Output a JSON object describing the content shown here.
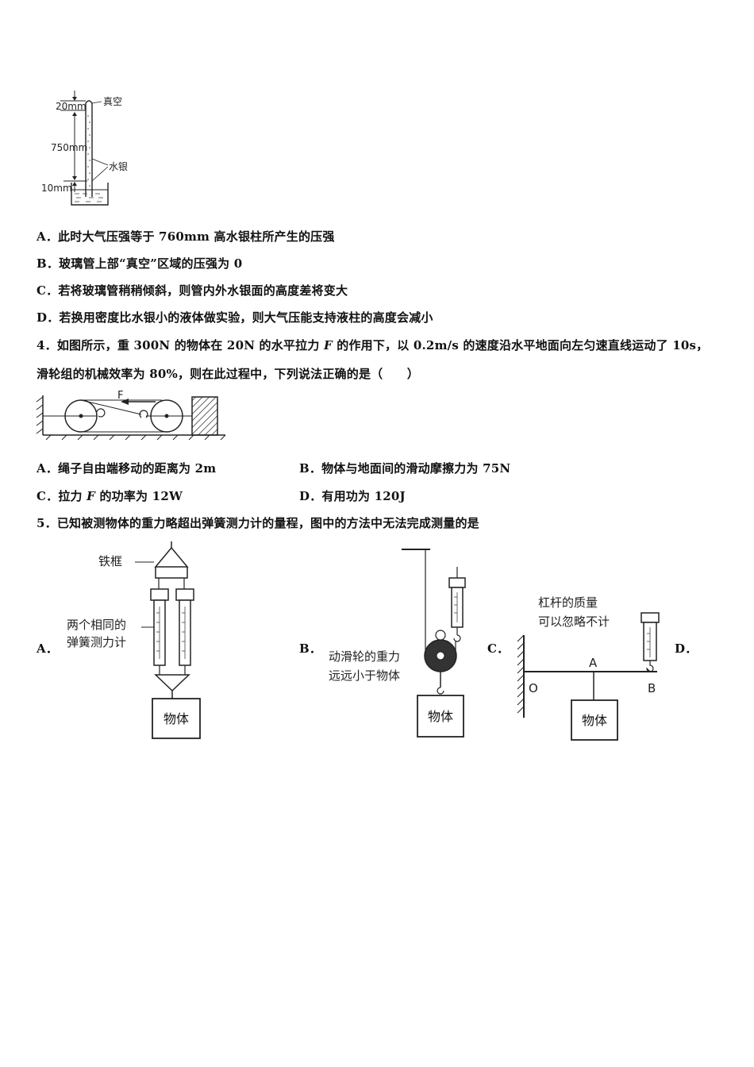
{
  "q3": {
    "figure": {
      "top_gap_label": "20mm",
      "column_label": "750mm",
      "bottom_label": "10mm",
      "vacuum_label": "真空",
      "mercury_label": "水银"
    },
    "options": [
      "A．此时大气压强等于 760mm 高水银柱所产生的压强",
      "B．玻璃管上部“真空”区域的压强为 0",
      "C．若将玻璃管稍稍倾斜，则管内外水银面的高度差将变大",
      "D．若换用密度比水银小的液体做实验，则大气压能支持液柱的高度会减小"
    ]
  },
  "q4": {
    "stem_line1_a": "4．如图所示，重 300N 的物体在 20N 的水平拉力 ",
    "stem_var": "F",
    "stem_line1_b": " 的作用下，以 0.2m/s 的速度沿水平地面向左匀速直线运动了 10s，",
    "stem_line2": "滑轮组的机械效率为 80%，则在此过程中，下列说法正确的是（　　）",
    "figure": {
      "force_label": "F"
    },
    "option_a": "A．绳子自由端移动的距离为 2m",
    "option_b": "B．物体与地面间的滑动摩擦力为 75N",
    "option_c_a": "C．拉力 ",
    "option_c_var": "F",
    "option_c_b": " 的功率为 12W",
    "option_d": "D．有用功为 120J"
  },
  "q5": {
    "stem": "5．已知被测物体的重力略超出弹簧测力计的量程，图中的方法中无法完成测量的是",
    "option_a": "A．",
    "option_b": "B．",
    "option_c": "C．",
    "option_d": "D．",
    "fig_a": {
      "frame_label": "铁框",
      "scale_label_1": "两个相同的",
      "scale_label_2": "弹簧测力计",
      "object_label": "物体"
    },
    "fig_b": {
      "note_1": "动滑轮的重力",
      "note_2": "远远小于物体",
      "object_label": "物体"
    },
    "fig_c": {
      "note_1": "杠杆的质量",
      "note_2": "可以忽略不计",
      "point_o": "O",
      "point_a": "A",
      "point_b": "B",
      "object_label": "物体"
    }
  }
}
